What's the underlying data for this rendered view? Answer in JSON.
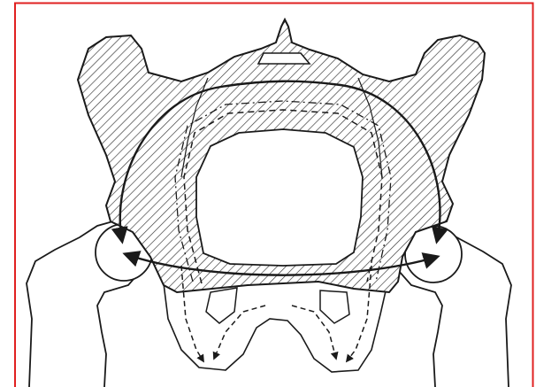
{
  "figure": {
    "subject": "pelvic-ring-force-transmission",
    "frame_color": "#e02020",
    "ink_color": "#1a1a1a",
    "background_color": "#ffffff",
    "hatch": "diagonal",
    "arrow_styles": [
      "solid",
      "dashed",
      "dash-dot"
    ]
  }
}
